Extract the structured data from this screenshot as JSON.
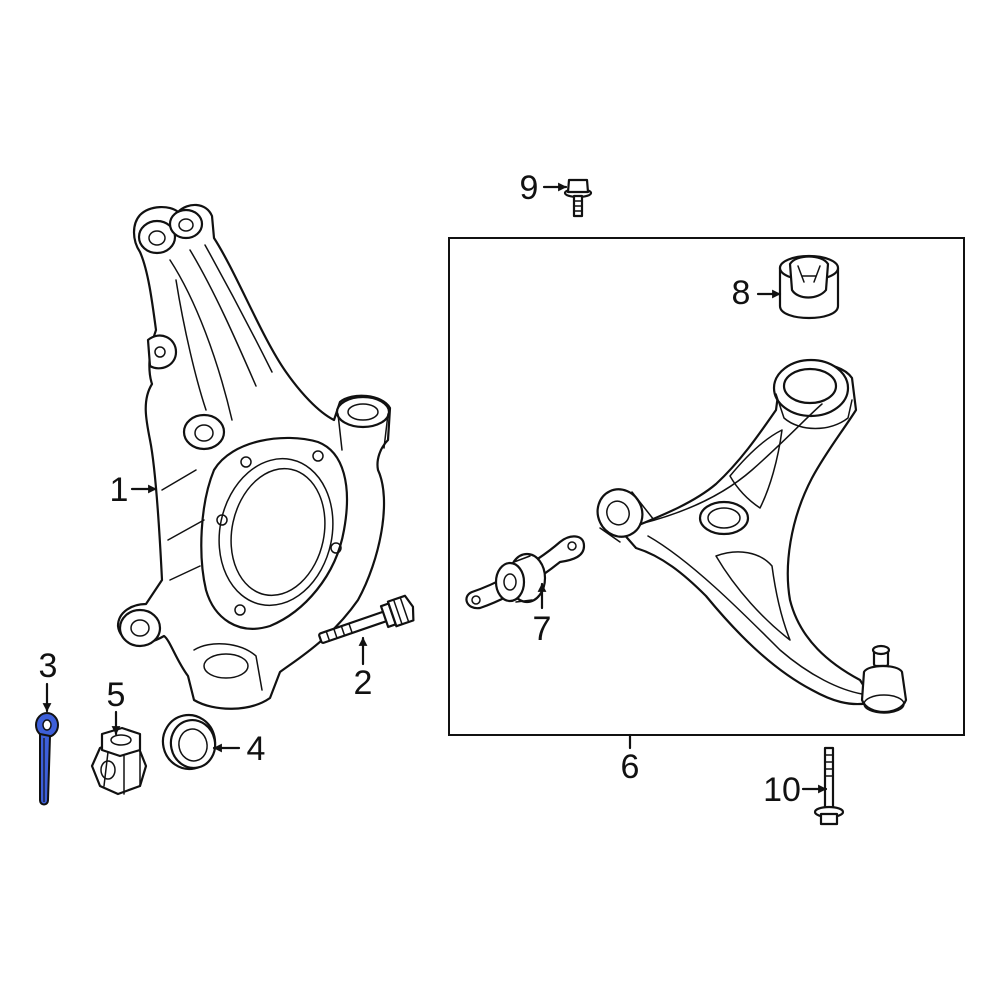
{
  "diagram": {
    "callouts": [
      {
        "id": "1",
        "label": "1"
      },
      {
        "id": "2",
        "label": "2"
      },
      {
        "id": "3",
        "label": "3"
      },
      {
        "id": "4",
        "label": "4"
      },
      {
        "id": "5",
        "label": "5"
      },
      {
        "id": "6",
        "label": "6"
      },
      {
        "id": "7",
        "label": "7"
      },
      {
        "id": "8",
        "label": "8"
      },
      {
        "id": "9",
        "label": "9"
      },
      {
        "id": "10",
        "label": "10"
      }
    ],
    "highlighted_part": "3",
    "highlight_color": "#3d5fd9",
    "line_color": "#111111"
  }
}
